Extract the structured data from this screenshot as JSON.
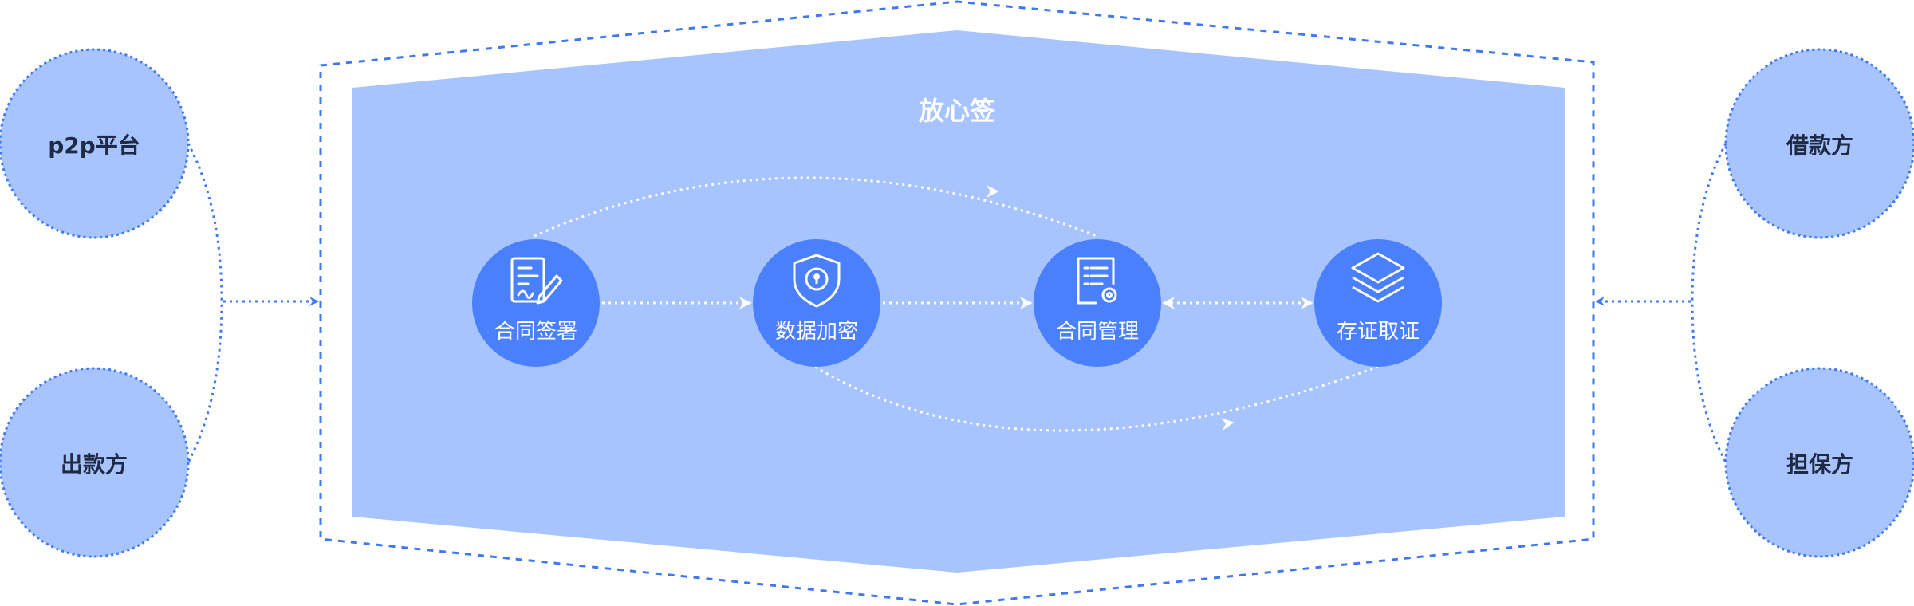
{
  "title": "放心签",
  "left_parties": [
    "p2p平台",
    "出款方"
  ],
  "right_parties": [
    "借款方",
    "担保方"
  ],
  "steps": [
    {
      "label": "合同签署",
      "icon": "document-sign-icon"
    },
    {
      "label": "数据加密",
      "icon": "shield-lock-icon"
    },
    {
      "label": "合同管理",
      "icon": "document-gear-icon"
    },
    {
      "label": "存证取证",
      "icon": "layers-icon"
    }
  ],
  "colors": {
    "panel": "#a8c4ff",
    "circle": "#a8c4ff",
    "node": "#4a80fb",
    "line": "#3f78f2",
    "white": "#ffffff",
    "text_dark": "#1f2a44"
  }
}
